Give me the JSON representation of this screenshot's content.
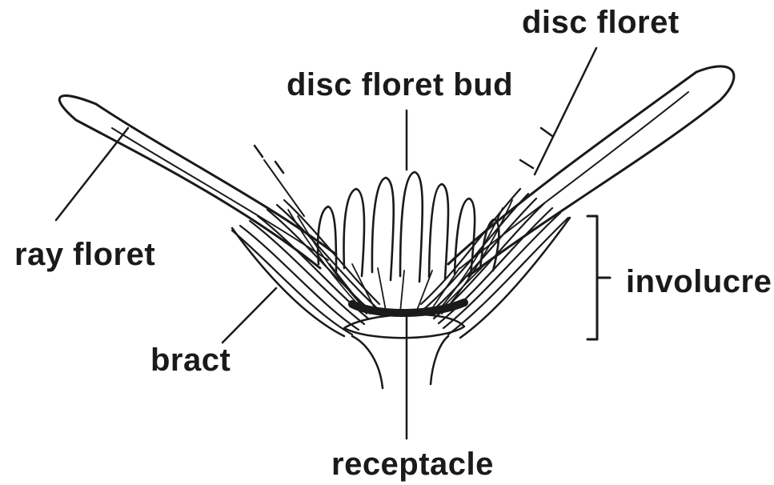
{
  "labels": {
    "disc_floret": "disc floret",
    "disc_floret_bud": "disc floret bud",
    "ray_floret": "ray floret",
    "involucre": "involucre",
    "bract": "bract",
    "receptacle": "receptacle"
  },
  "colors": {
    "ink": "#1a1a1a",
    "background": "#ffffff"
  }
}
